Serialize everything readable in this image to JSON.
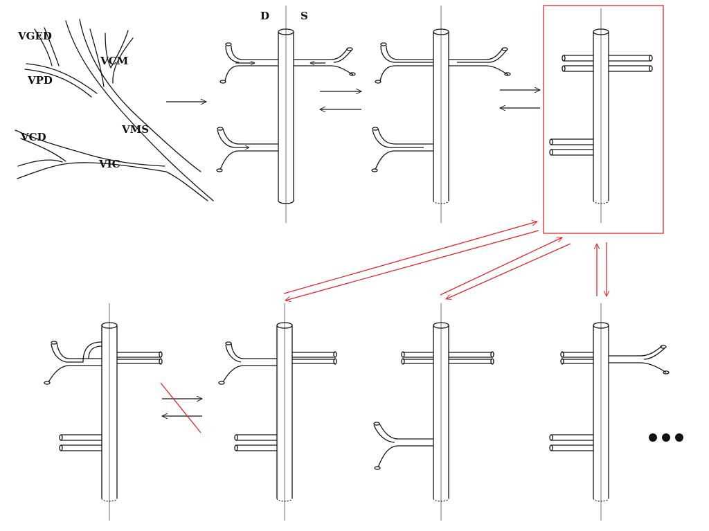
{
  "labels": {
    "vged": "VGED",
    "vcm": "VCM",
    "vpd": "VPD",
    "vms": "VMS",
    "vcd": "VCD",
    "vic": "VIC",
    "d": "D",
    "s": "S"
  },
  "colors": {
    "ink": "#111111",
    "axis": "#9a9a9a",
    "highlight": "#e0262a"
  },
  "diagram": {
    "top_row_configurations": 3,
    "bottom_row_configurations": 4,
    "highlighted_configuration": "configuration-3",
    "continuation_icon": "ellipsis-icon",
    "blocked_transition": "bottom-left-arrows-crossed"
  }
}
